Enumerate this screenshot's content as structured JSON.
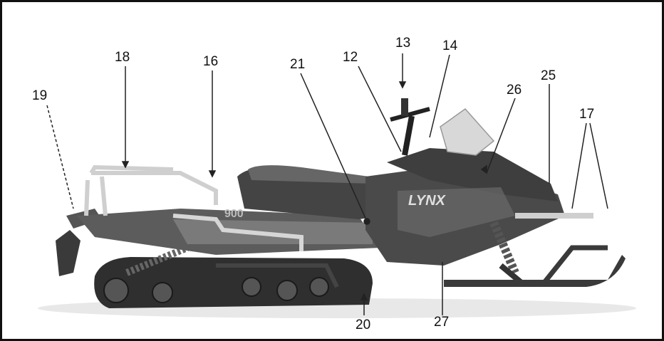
{
  "figure": {
    "type": "snowmobile-callout-diagram",
    "callouts": [
      {
        "id": "c13",
        "text": "13"
      },
      {
        "id": "c14",
        "text": "14"
      },
      {
        "id": "c12",
        "text": "12"
      },
      {
        "id": "c21",
        "text": "21"
      },
      {
        "id": "c18",
        "text": "18"
      },
      {
        "id": "c16",
        "text": "16"
      },
      {
        "id": "c19",
        "text": "19"
      },
      {
        "id": "c26",
        "text": "26"
      },
      {
        "id": "c25",
        "text": "25"
      },
      {
        "id": "c17",
        "text": "17"
      },
      {
        "id": "c20",
        "text": "20"
      },
      {
        "id": "c27",
        "text": "27"
      }
    ],
    "decals": {
      "brand": "LYNX",
      "model_number": "900"
    },
    "colors": {
      "body_dark": "#4a4a4a",
      "body_mid": "#6e6e6e",
      "rack_light": "#d6d6d6",
      "track": "#2f2f2f",
      "leader": "#222222"
    }
  }
}
